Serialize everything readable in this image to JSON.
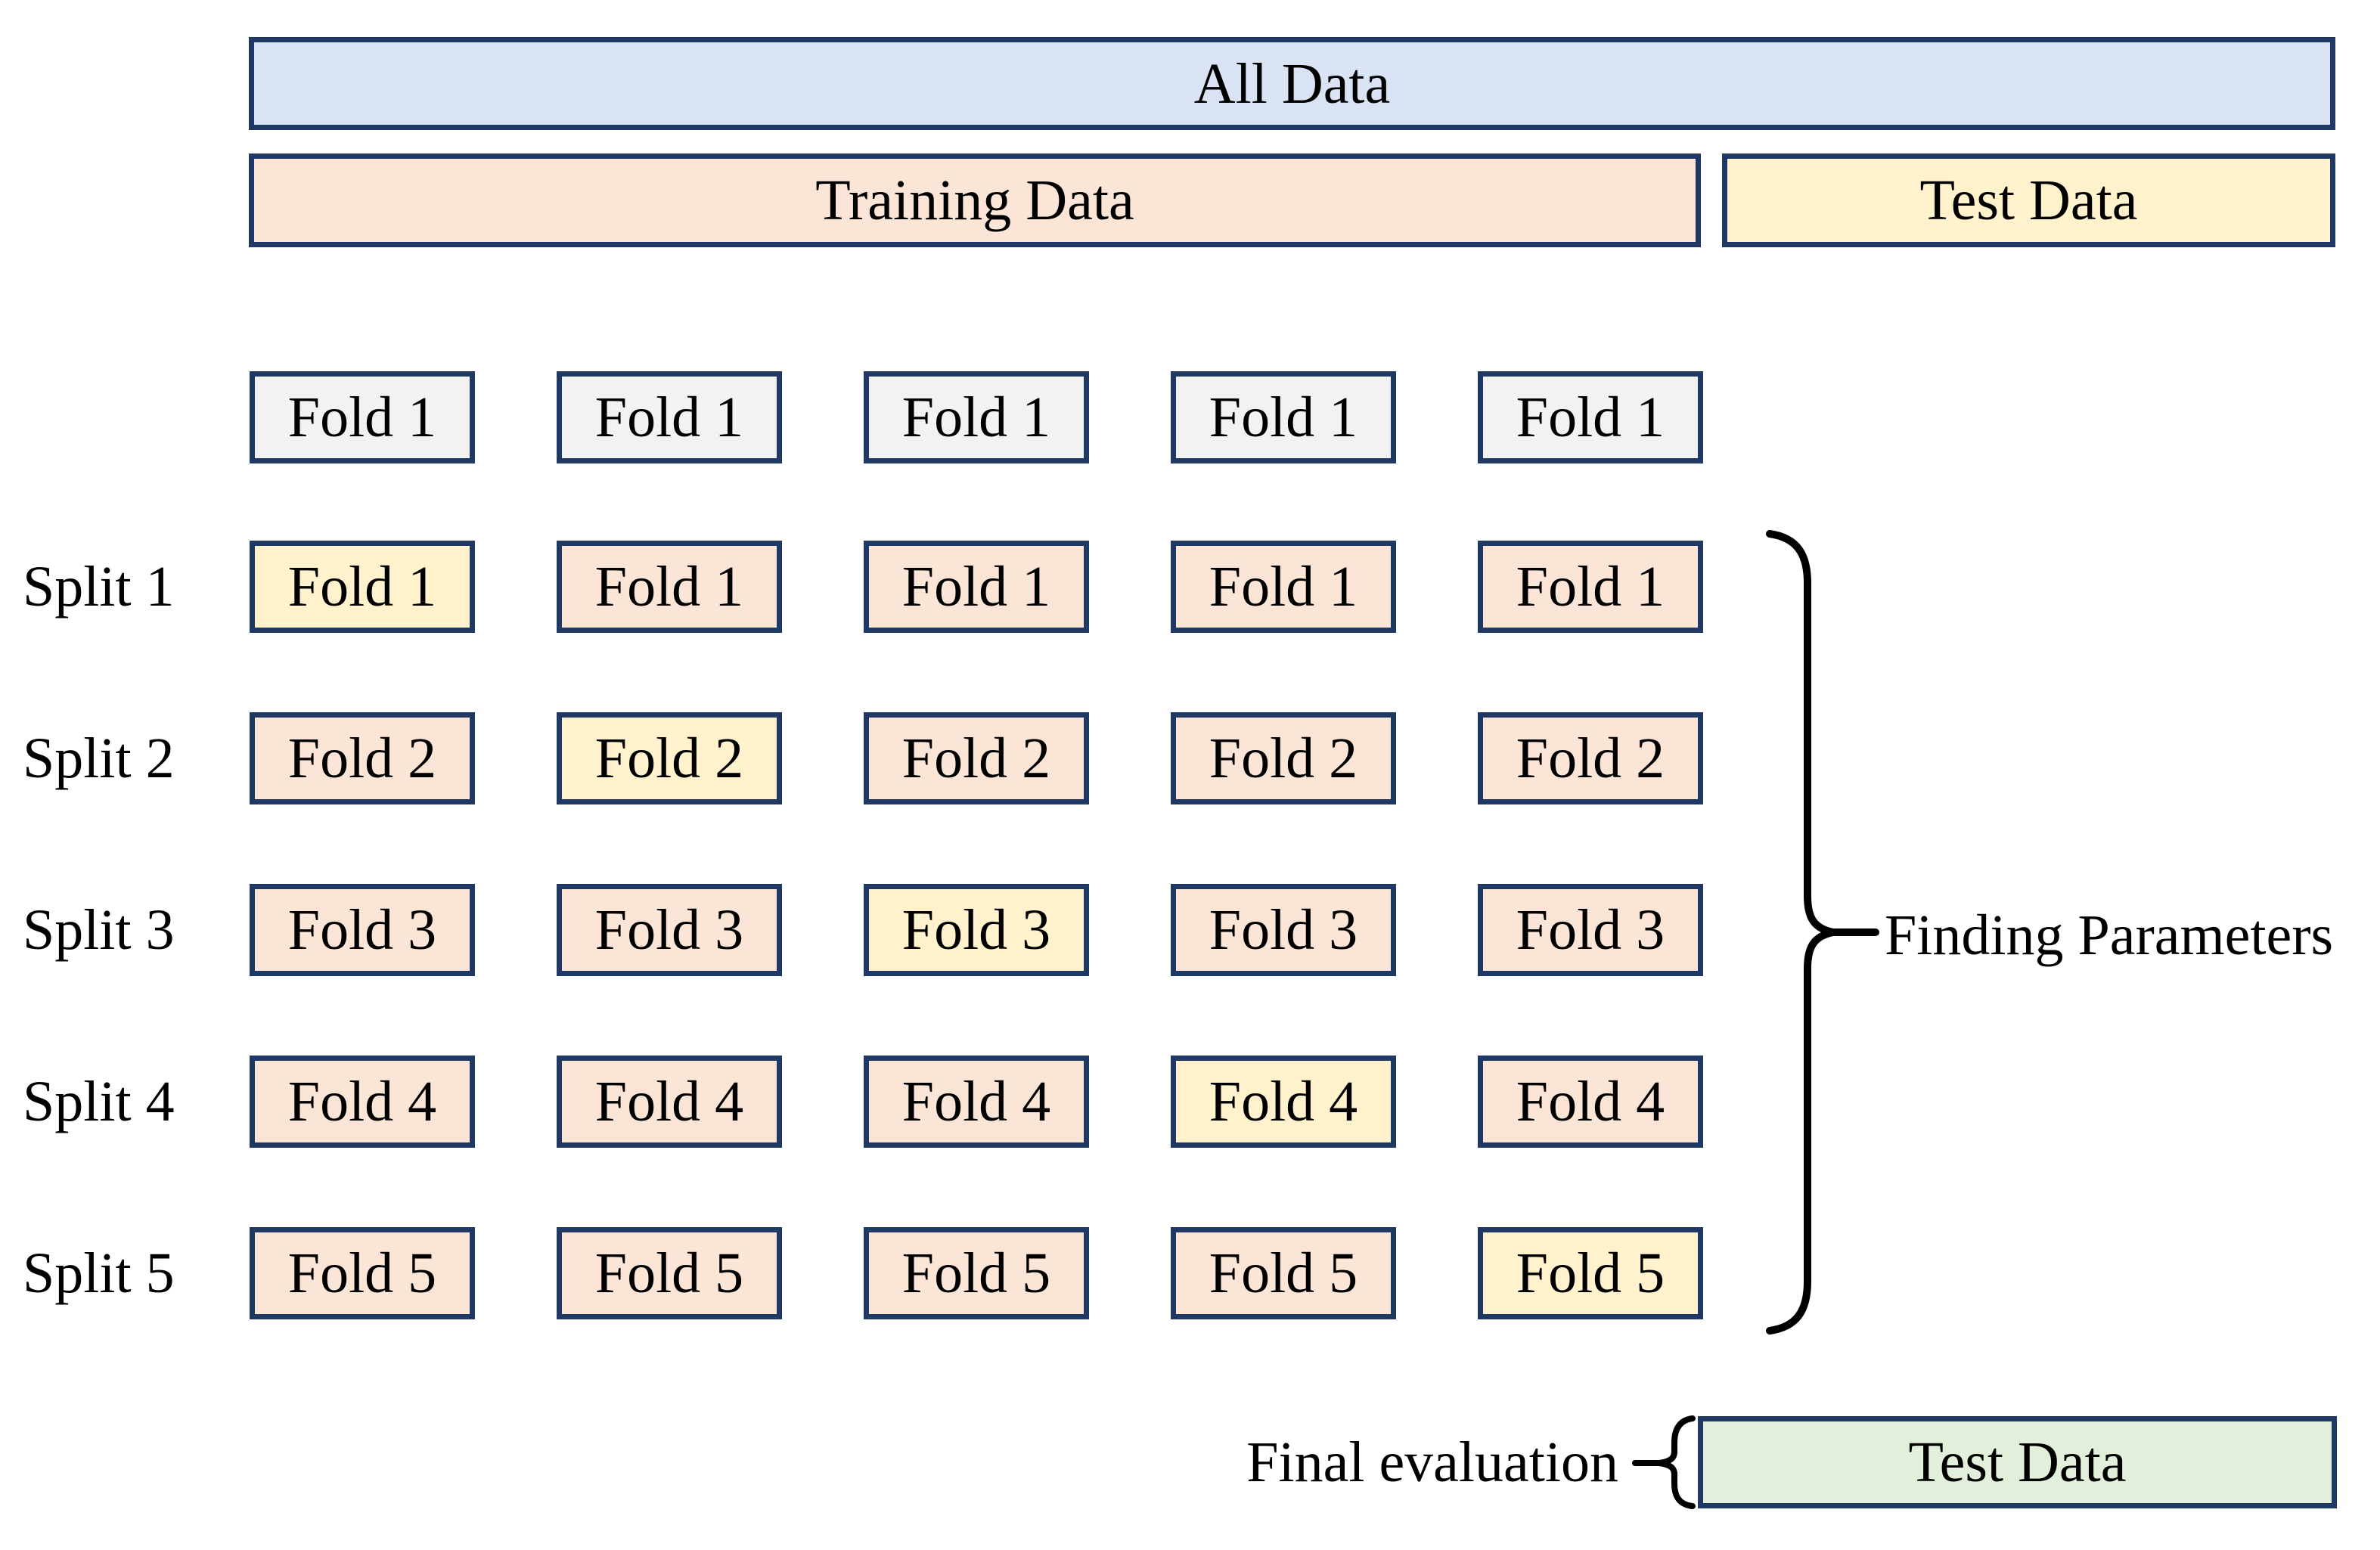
{
  "colors": {
    "border": "#1f3864",
    "all_data_fill": "#dae3f3",
    "training_fill": "#fbe5d6",
    "test_fill": "#fff2cc",
    "header_fold_fill": "#f2f2f2",
    "train_fold_fill": "#fbe5d6",
    "test_fold_fill": "#fff2cc",
    "final_test_fill": "#e2efda",
    "text": "#000000",
    "brace_stroke": "#000000"
  },
  "top_bars": {
    "all_data": "All Data",
    "training": "Training Data",
    "test": "Test Data"
  },
  "fold_grid": {
    "header_row": [
      "Fold 1",
      "Fold 1",
      "Fold 1",
      "Fold 1",
      "Fold 1"
    ],
    "splits": [
      {
        "label": "Split 1",
        "test_fold_index": 0,
        "folds": [
          "Fold 1",
          "Fold 1",
          "Fold 1",
          "Fold 1",
          "Fold 1"
        ]
      },
      {
        "label": "Split 2",
        "test_fold_index": 1,
        "folds": [
          "Fold 2",
          "Fold 2",
          "Fold 2",
          "Fold 2",
          "Fold 2"
        ]
      },
      {
        "label": "Split 3",
        "test_fold_index": 2,
        "folds": [
          "Fold 3",
          "Fold 3",
          "Fold 3",
          "Fold 3",
          "Fold 3"
        ]
      },
      {
        "label": "Split 4",
        "test_fold_index": 3,
        "folds": [
          "Fold 4",
          "Fold 4",
          "Fold 4",
          "Fold 4",
          "Fold 4"
        ]
      },
      {
        "label": "Split 5",
        "test_fold_index": 4,
        "folds": [
          "Fold 5",
          "Fold 5",
          "Fold 5",
          "Fold 5",
          "Fold 5"
        ]
      }
    ]
  },
  "annotations": {
    "finding_parameters": "Finding Parameters",
    "final_evaluation": "Final evaluation",
    "final_test_data": "Test Data"
  }
}
